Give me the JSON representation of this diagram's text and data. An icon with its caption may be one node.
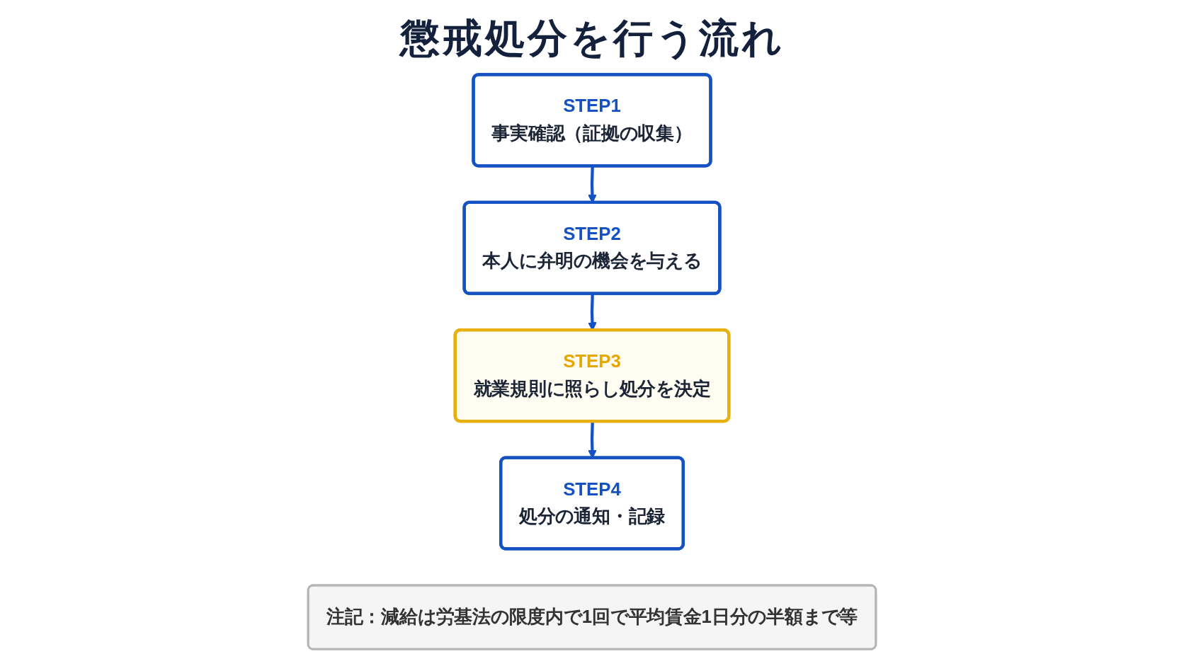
{
  "diagram": {
    "title": "懲戒処分を行う流れ",
    "nodes": [
      {
        "text": [
          "STEP1",
          "事実確認（証拠の収集）"
        ]
      },
      {
        "text": [
          "STEP2",
          "本人に弁明の機会を与える"
        ]
      },
      {
        "text": [
          "STEP3",
          "就業規則に照らし処分を決定"
        ]
      },
      {
        "text": [
          "STEP4",
          "処分の通知・記録"
        ]
      },
      {
        "text": [
          "注記：減給は労基法の限度内で1回で平均賃金1日分の半額まで等"
        ]
      }
    ],
    "edges": [
      {
        "from": 0,
        "to": 1,
        "arrow": "to"
      },
      {
        "from": 1,
        "to": 2,
        "arrow": "to"
      },
      {
        "from": 2,
        "to": 3,
        "arrow": "to"
      }
    ]
  }
}
